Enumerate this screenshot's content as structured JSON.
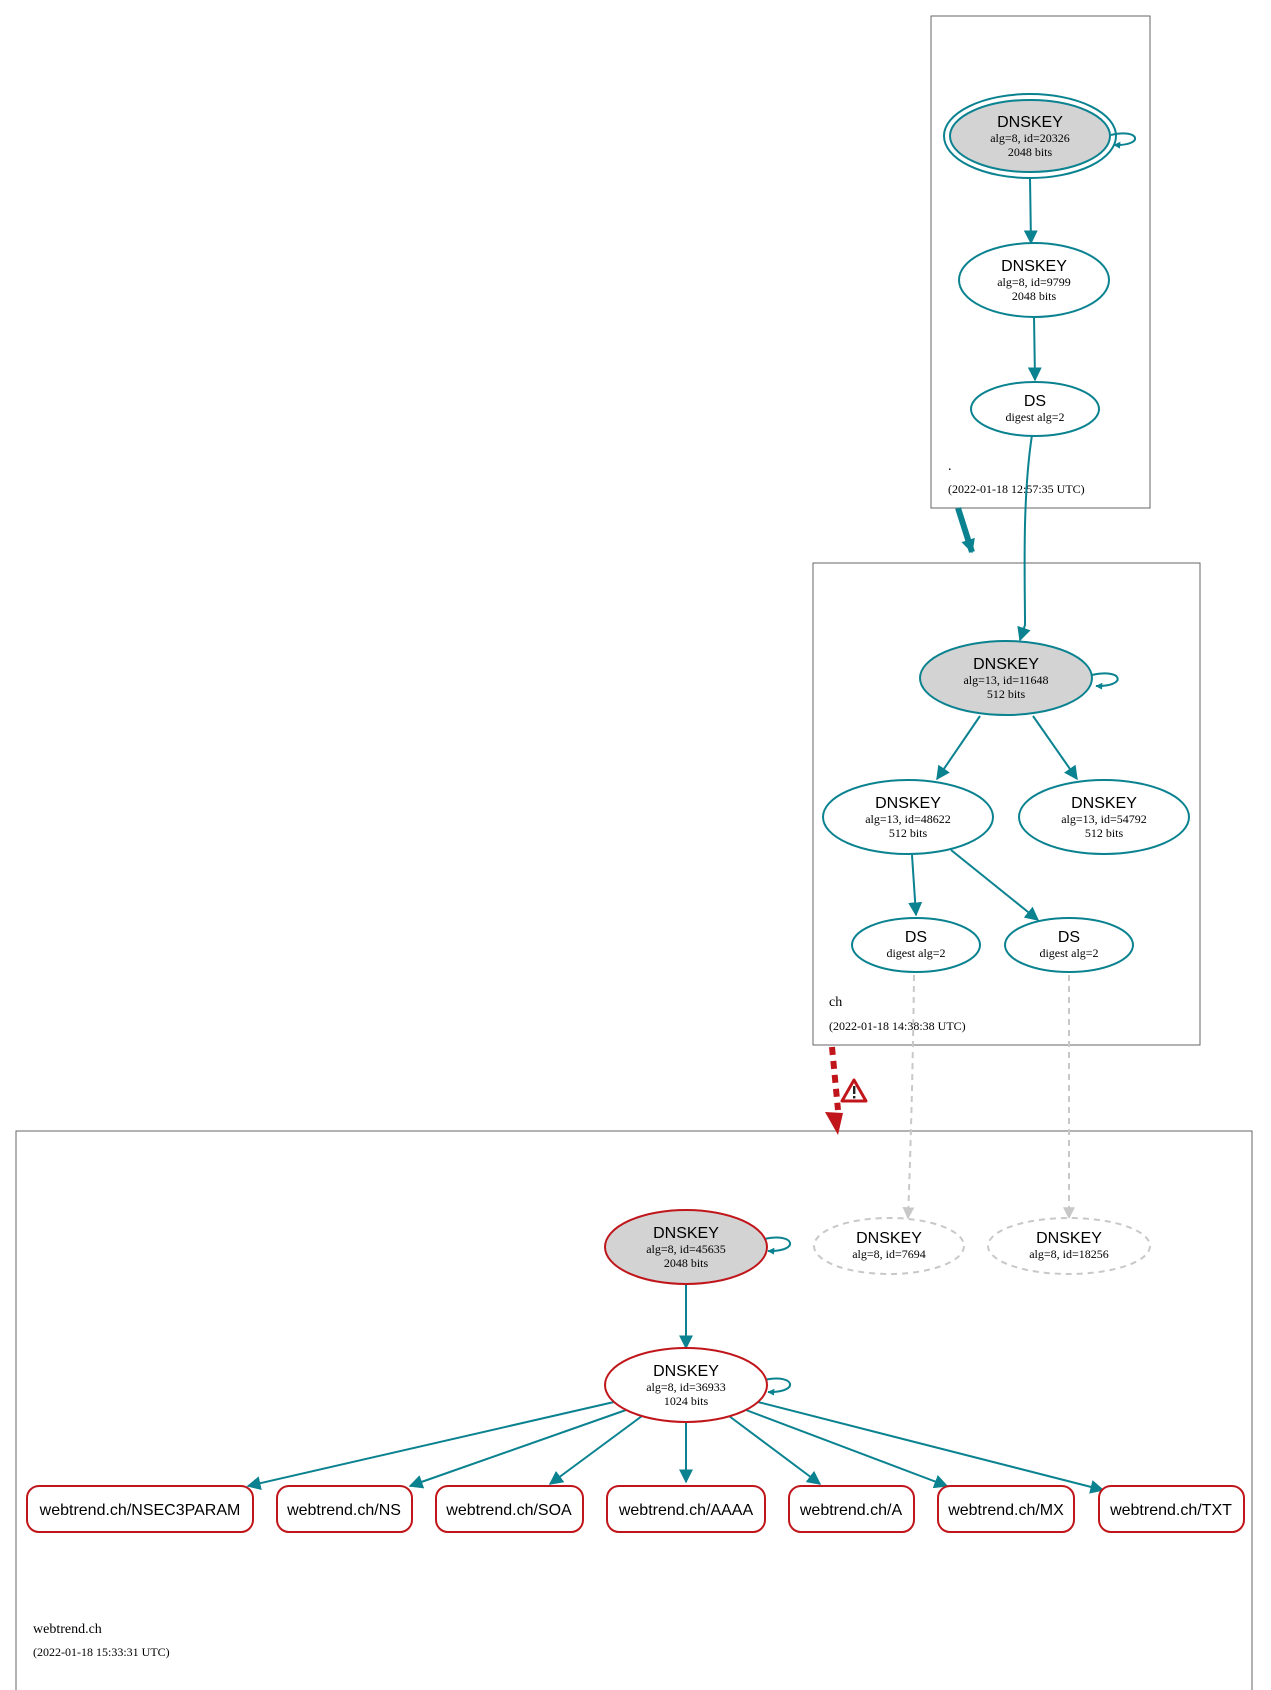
{
  "colors": {
    "secure": "#0a8290",
    "bogus": "#c0161b",
    "insecure": "#c8c8c8",
    "sep_fill": "#d3d3d3",
    "zone_border": "#666666"
  },
  "zones": {
    "root": {
      "name": ".",
      "timestamp": "(2022-01-18 12:57:35 UTC)"
    },
    "ch": {
      "name": "ch",
      "timestamp": "(2022-01-18 14:38:38 UTC)"
    },
    "webtrend": {
      "name": "webtrend.ch",
      "timestamp": "(2022-01-18 15:33:31 UTC)"
    }
  },
  "nodes": {
    "root_ksk": {
      "title": "DNSKEY",
      "line1": "alg=8, id=20326",
      "line2": "2048 bits"
    },
    "root_zsk": {
      "title": "DNSKEY",
      "line1": "alg=8, id=9799",
      "line2": "2048 bits"
    },
    "root_ds": {
      "title": "DS",
      "line1": "digest alg=2"
    },
    "ch_ksk": {
      "title": "DNSKEY",
      "line1": "alg=13, id=11648",
      "line2": "512 bits"
    },
    "ch_zsk1": {
      "title": "DNSKEY",
      "line1": "alg=13, id=48622",
      "line2": "512 bits"
    },
    "ch_zsk2": {
      "title": "DNSKEY",
      "line1": "alg=13, id=54792",
      "line2": "512 bits"
    },
    "ch_ds1": {
      "title": "DS",
      "line1": "digest alg=2"
    },
    "ch_ds2": {
      "title": "DS",
      "line1": "digest alg=2"
    },
    "wt_ksk": {
      "title": "DNSKEY",
      "line1": "alg=8, id=45635",
      "line2": "2048 bits"
    },
    "wt_missing1": {
      "title": "DNSKEY",
      "line1": "alg=8, id=7694"
    },
    "wt_missing2": {
      "title": "DNSKEY",
      "line1": "alg=8, id=18256"
    },
    "wt_zsk": {
      "title": "DNSKEY",
      "line1": "alg=8, id=36933",
      "line2": "1024 bits"
    }
  },
  "rrsets": [
    "webtrend.ch/NSEC3PARAM",
    "webtrend.ch/NS",
    "webtrend.ch/SOA",
    "webtrend.ch/AAAA",
    "webtrend.ch/A",
    "webtrend.ch/MX",
    "webtrend.ch/TXT"
  ],
  "icons": {
    "warning": "warning-triangle-icon"
  }
}
